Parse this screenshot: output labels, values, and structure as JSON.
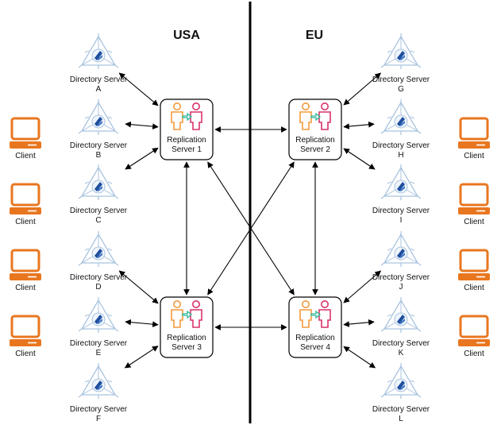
{
  "regions": {
    "left": "USA",
    "right": "EU"
  },
  "replication_servers": [
    {
      "id": "rs1",
      "label_line1": "Replication",
      "label_line2": "Server 1"
    },
    {
      "id": "rs2",
      "label_line1": "Replication",
      "label_line2": "Server 2"
    },
    {
      "id": "rs3",
      "label_line1": "Replication",
      "label_line2": "Server 3"
    },
    {
      "id": "rs4",
      "label_line1": "Replication",
      "label_line2": "Server 4"
    }
  ],
  "directory_servers": [
    {
      "id": "A",
      "label": "Directory Server",
      "letter": "A"
    },
    {
      "id": "B",
      "label": "Directory Server",
      "letter": "B"
    },
    {
      "id": "C",
      "label": "Directory Server",
      "letter": "C"
    },
    {
      "id": "D",
      "label": "Directory Server",
      "letter": "D"
    },
    {
      "id": "E",
      "label": "Directory Server",
      "letter": "E"
    },
    {
      "id": "F",
      "label": "Directory Server",
      "letter": "F"
    },
    {
      "id": "G",
      "label": "Directory Server",
      "letter": "G"
    },
    {
      "id": "H",
      "label": "Directory Server",
      "letter": "H"
    },
    {
      "id": "I",
      "label": "Directory Server",
      "letter": "I"
    },
    {
      "id": "J",
      "label": "Directory Server",
      "letter": "J"
    },
    {
      "id": "K",
      "label": "Directory Server",
      "letter": "K"
    },
    {
      "id": "L",
      "label": "Directory Server",
      "letter": "L"
    }
  ],
  "clients": [
    {
      "id": "c1",
      "label": "Client"
    },
    {
      "id": "c2",
      "label": "Client"
    },
    {
      "id": "c3",
      "label": "Client"
    },
    {
      "id": "c4",
      "label": "Client"
    },
    {
      "id": "c5",
      "label": "Client"
    },
    {
      "id": "c6",
      "label": "Client"
    },
    {
      "id": "c7",
      "label": "Client"
    },
    {
      "id": "c8",
      "label": "Client"
    }
  ],
  "connections": [
    [
      "A",
      "rs1"
    ],
    [
      "B",
      "rs1"
    ],
    [
      "C",
      "rs1"
    ],
    [
      "D",
      "rs3"
    ],
    [
      "E",
      "rs3"
    ],
    [
      "F",
      "rs3"
    ],
    [
      "G",
      "rs2"
    ],
    [
      "H",
      "rs2"
    ],
    [
      "I",
      "rs2"
    ],
    [
      "J",
      "rs4"
    ],
    [
      "K",
      "rs4"
    ],
    [
      "L",
      "rs4"
    ],
    [
      "rs1",
      "rs2"
    ],
    [
      "rs1",
      "rs3"
    ],
    [
      "rs1",
      "rs4"
    ],
    [
      "rs2",
      "rs3"
    ],
    [
      "rs2",
      "rs4"
    ],
    [
      "rs3",
      "rs4"
    ]
  ],
  "colors": {
    "client": "#e8761f",
    "person_left": "#f39a3b",
    "person_right": "#d8336a",
    "transfer_arrow": "#2fb89a",
    "ds_outline": "#a9c3df",
    "ds_core": "#1f4f9e",
    "divider": "#000000"
  }
}
